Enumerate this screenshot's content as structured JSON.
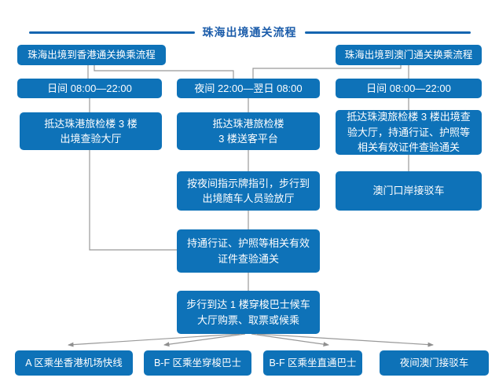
{
  "title": "珠海出境通关流程",
  "colors": {
    "node_blue": "#0e72b8",
    "title_text_blue": "#1b5caa",
    "rule_blue": "#1565b0",
    "connector_gray": "#999999",
    "node_text": "#ffffff"
  },
  "flowchart": {
    "left_branch": {
      "header": "珠海出境到香港通关换乘流程",
      "time": "日间 08:00—22:00",
      "arrival": "抵达珠港旅检楼 3 楼\n出境查验大厅"
    },
    "middle_branch": {
      "time": "夜间 22:00—翌日 08:00",
      "arrival": "抵达珠港旅检楼\n3 楼送客平台",
      "night_guide": "按夜间指示牌指引，步行到\n出境随车人员验放厅",
      "documents": "持通行证、护照等相关有效\n证件查验通关",
      "walk_bus": "步行到达 1 楼穿梭巴士候车\n大厅购票、取票或候乘"
    },
    "right_branch": {
      "header": "珠海出境到澳门通关换乘流程",
      "time": "日间 08:00—22:00",
      "arrival": "抵达珠澳旅检楼 3 楼出境查\n验大厅，持通行证、护照等\n相关有效证件查验通关",
      "shuttle": "澳门口岸接驳车"
    },
    "destinations": {
      "a_express": "A 区乘坐香港机场快线",
      "bf_shuttle": "B-F 区乘坐穿梭巴士",
      "bf_through": "B-F 区乘坐直通巴士",
      "night_mo": "夜间澳门接驳车"
    }
  }
}
